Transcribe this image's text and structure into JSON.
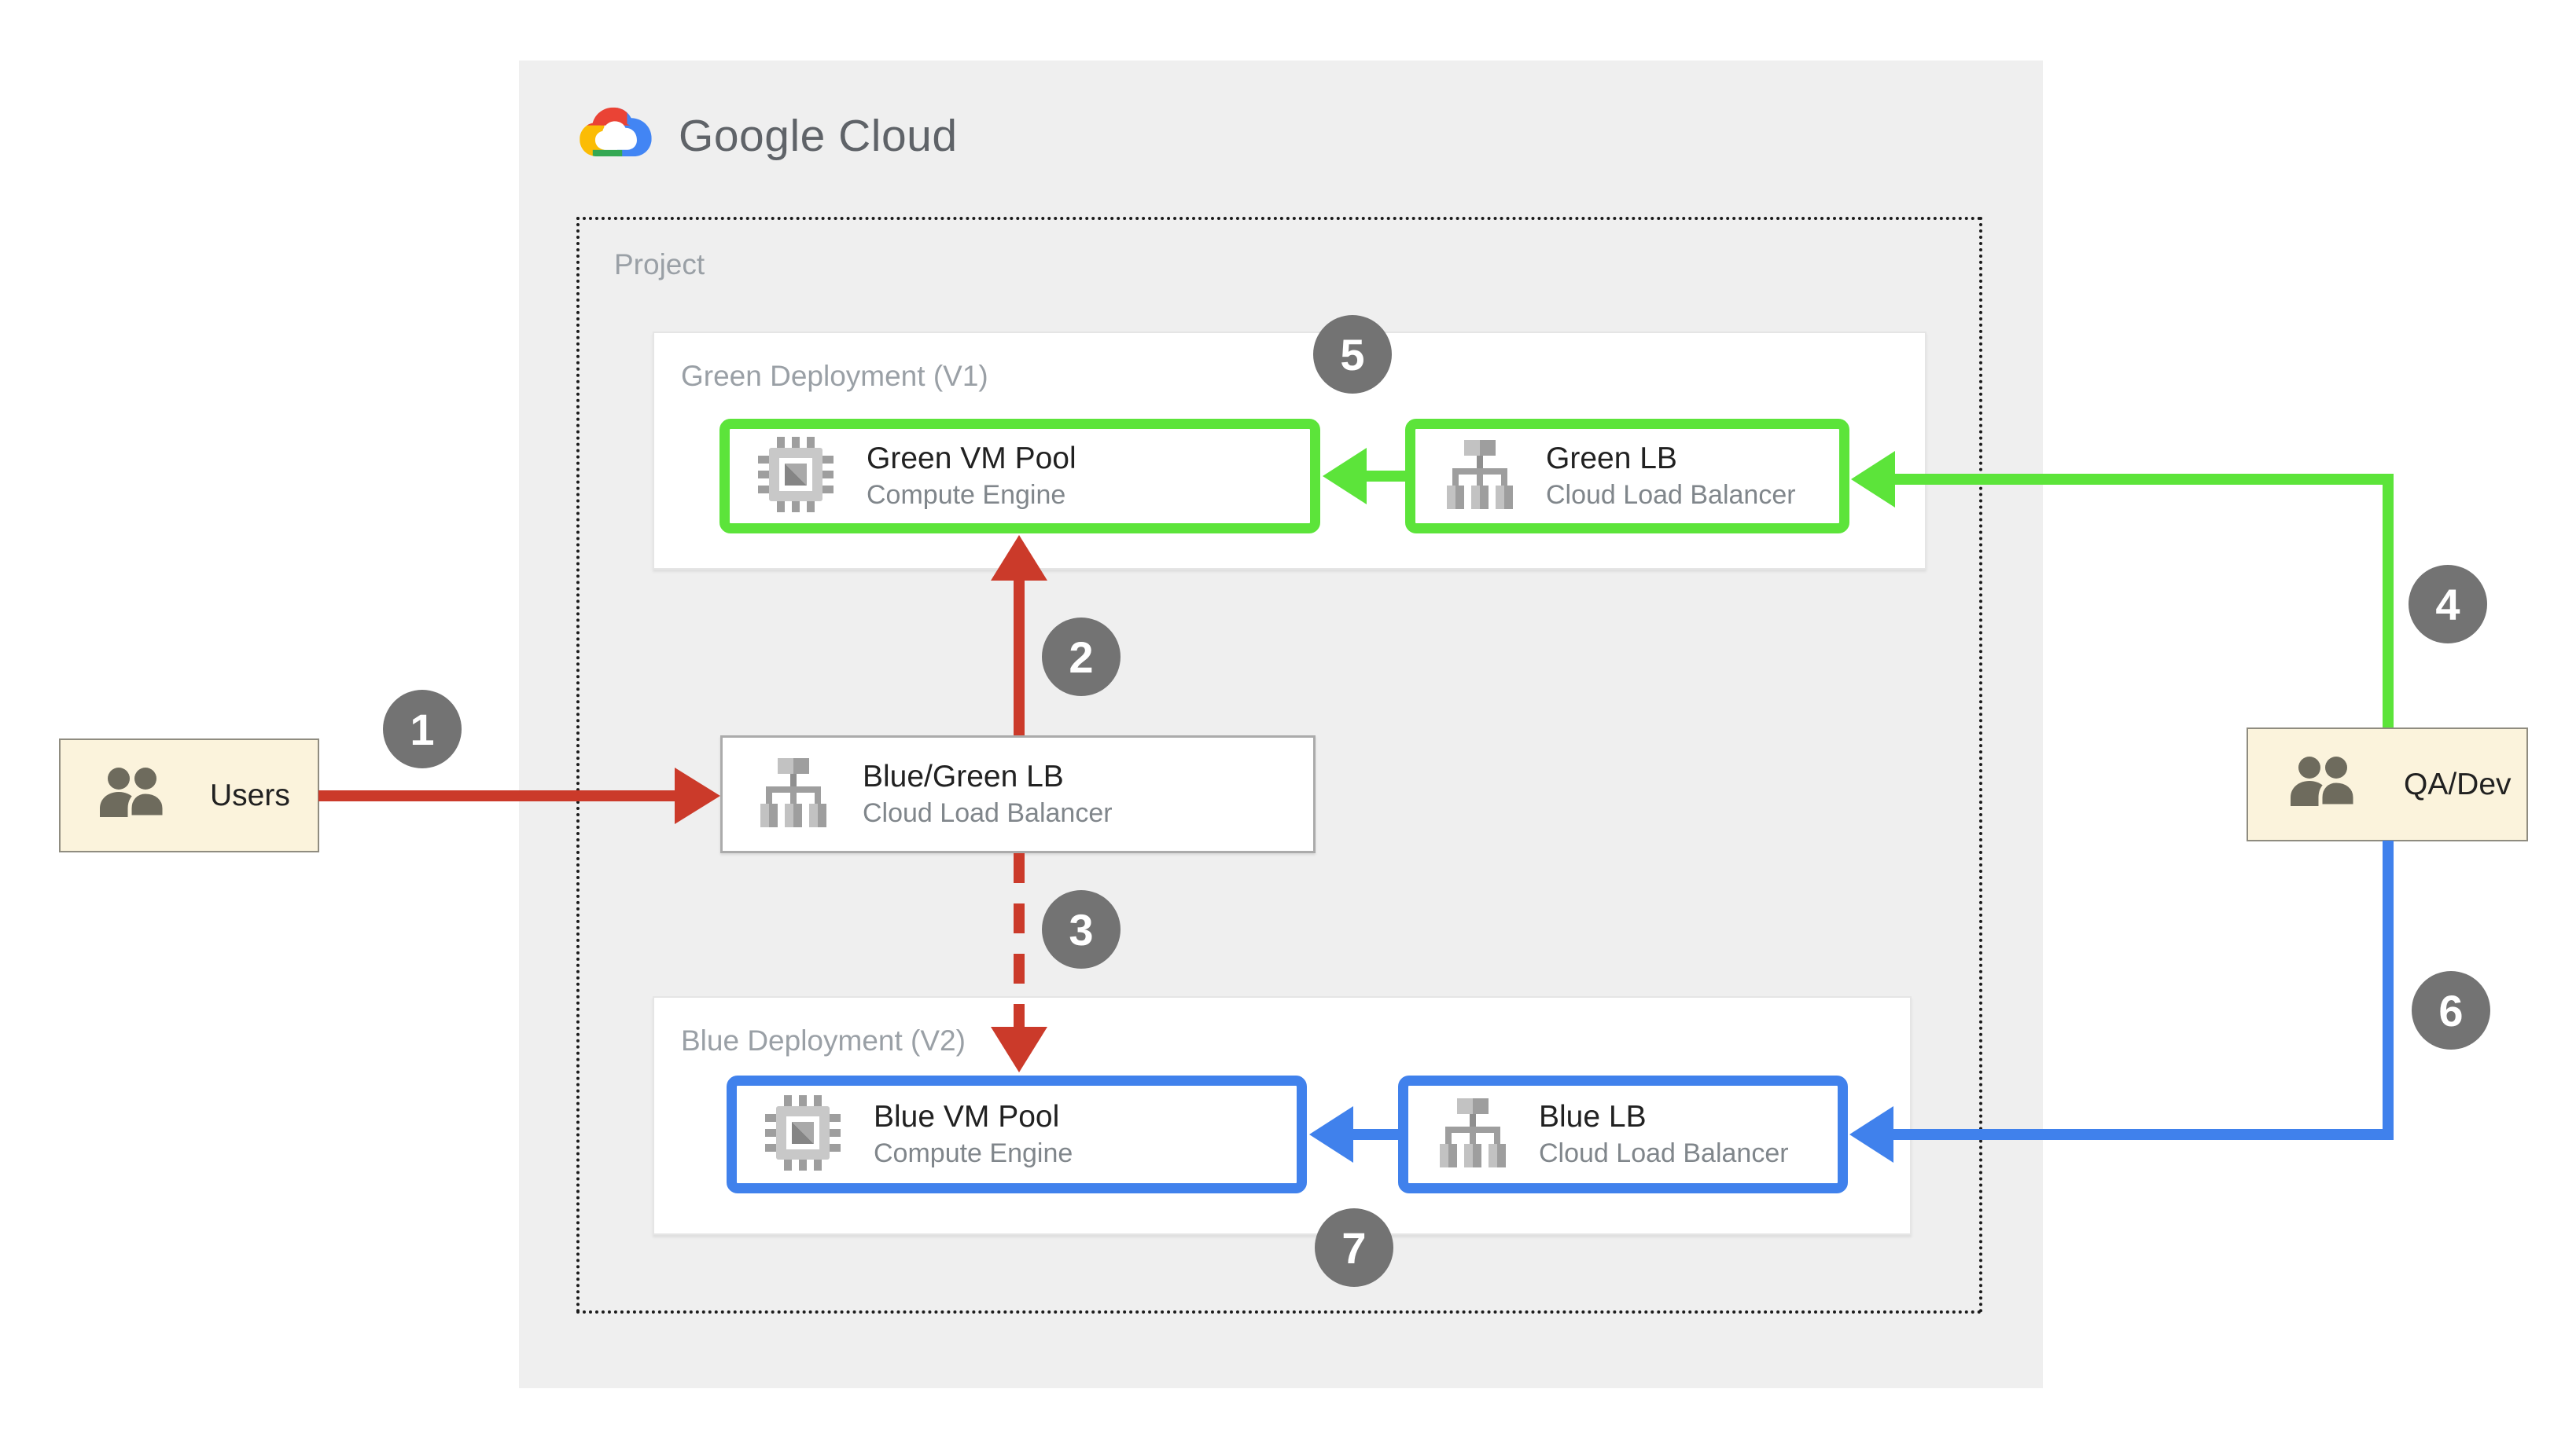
{
  "logo": {
    "text": "Google Cloud"
  },
  "project": {
    "label": "Project"
  },
  "panels": {
    "green": {
      "label": "Green Deployment (V1)"
    },
    "blue": {
      "label": "Blue Deployment (V2)"
    }
  },
  "nodes": {
    "green_vm": {
      "title": "Green VM Pool",
      "subtitle": "Compute Engine"
    },
    "green_lb": {
      "title": "Green LB",
      "subtitle": "Cloud Load Balancer"
    },
    "bluegreen_lb": {
      "title": "Blue/Green LB",
      "subtitle": "Cloud Load Balancer"
    },
    "blue_vm": {
      "title": "Blue VM Pool",
      "subtitle": "Compute Engine"
    },
    "blue_lb": {
      "title": "Blue LB",
      "subtitle": "Cloud Load Balancer"
    }
  },
  "actors": {
    "users": {
      "label": "Users"
    },
    "qa_dev": {
      "label": "QA/Dev"
    }
  },
  "badges": {
    "b1": "1",
    "b2": "2",
    "b3": "3",
    "b4": "4",
    "b5": "5",
    "b6": "6",
    "b7": "7"
  },
  "icons": {
    "logo": "google-cloud-logo-icon",
    "compute": "compute-engine-icon",
    "load_balancer": "load-balancer-icon",
    "people": "users-icon"
  },
  "colors": {
    "green": "#5CE43A",
    "blue": "#4081EC",
    "red": "#CB3A2A",
    "badge_gray": "#737373",
    "container_gray": "#EFEFEF",
    "actor_cream": "#FBF3DC",
    "title_text": "#212121",
    "secondary_text": "#80868B",
    "muted_label": "#9AA0A6",
    "logo_text": "#5F6368"
  }
}
